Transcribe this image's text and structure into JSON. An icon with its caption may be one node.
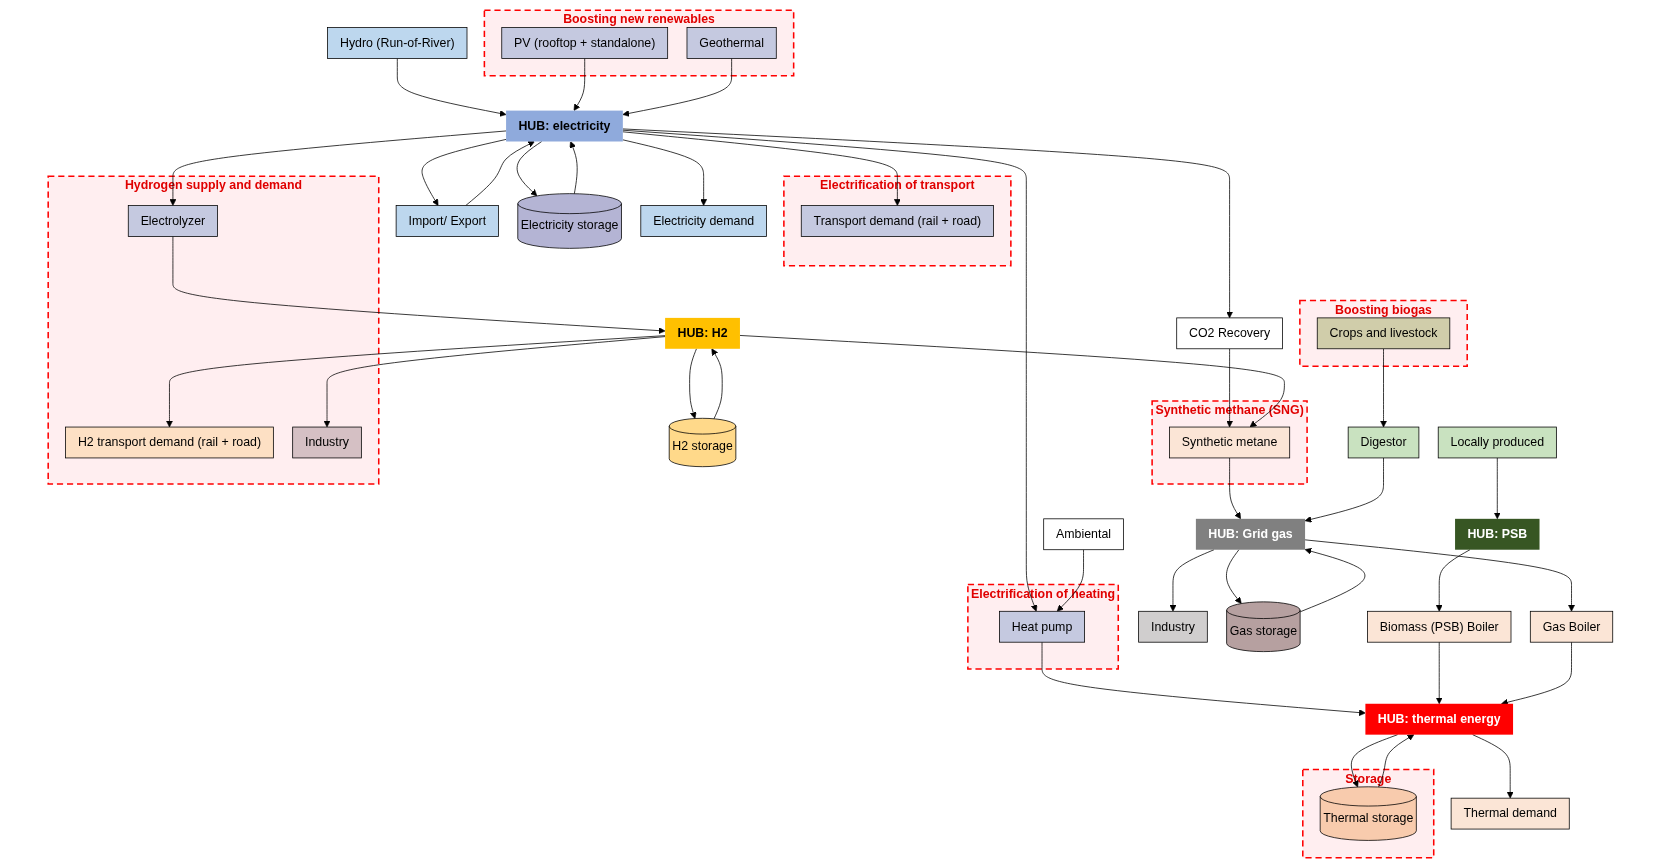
{
  "diagram": {
    "nodes": [
      {
        "text": [
          "Hydro (Run-of-River)"
        ]
      },
      {
        "text": [
          "Boosting new renewables"
        ]
      },
      {
        "text": [
          "PV (rooftop + standalone)"
        ],
        "in": 1
      },
      {
        "text": [
          "Geothermal"
        ],
        "in": 1
      },
      {
        "text": [
          "CO2 Recovery"
        ]
      },
      {
        "text": [
          "Import/ Export"
        ]
      },
      {
        "text": [
          "Electrification of transport"
        ]
      },
      {
        "text": [
          "Transport demand (rail + road)"
        ],
        "in": 6
      },
      {
        "text": [
          "Electricity storage"
        ]
      },
      {
        "text": [
          "HUB: electricity"
        ]
      },
      {
        "text": [
          "Electrification of heating"
        ]
      },
      {
        "text": [
          "Heat pump"
        ],
        "in": 10
      },
      {
        "text": [
          "Electricity demand"
        ]
      },
      {
        "text": [
          "Ambiental"
        ]
      },
      {
        "text": [
          "Synthetic methane (SNG)"
        ]
      },
      {
        "text": [
          "Synthetic metane"
        ],
        "in": 14
      },
      {
        "text": [
          "Hydrogen supply and demand"
        ]
      },
      {
        "text": [
          "Electrolyzer"
        ],
        "in": 16
      },
      {
        "text": [
          "H2 transport demand (rail + road)"
        ],
        "in": 16
      },
      {
        "text": [
          "Industry"
        ],
        "in": 16
      },
      {
        "text": [
          "Boosting biogas"
        ]
      },
      {
        "text": [
          "Crops and livestock"
        ],
        "in": 20
      },
      {
        "text": [
          "Digestor"
        ]
      },
      {
        "text": [
          "Biomass (PSB) Boiler"
        ]
      },
      {
        "text": [
          "Gas Boiler"
        ]
      },
      {
        "text": [
          "HUB: PSB"
        ]
      },
      {
        "text": [
          "HUB: Grid gas"
        ]
      },
      {
        "text": [
          "HUB: H2"
        ]
      },
      {
        "text": [
          "HUB: thermal energy"
        ]
      },
      {
        "text": [
          "Thermal demand"
        ]
      },
      {
        "text": [
          "Storage"
        ]
      },
      {
        "text": [
          "Thermal storage"
        ],
        "in": 30
      },
      {
        "text": [
          "Locally produced"
        ]
      },
      {
        "text": [
          "Industry"
        ]
      },
      {
        "text": [
          "Gas storage"
        ]
      },
      {
        "text": [
          "H2 storage"
        ]
      }
    ],
    "edges": [
      {
        "from": 0,
        "to": 9,
        "arrow": "to"
      },
      {
        "from": 2,
        "to": 9,
        "arrow": "to"
      },
      {
        "from": 3,
        "to": 9,
        "arrow": "to"
      },
      {
        "from": 9,
        "to": 12,
        "arrow": "to"
      },
      {
        "from": 9,
        "to": 11,
        "arrow": "to"
      },
      {
        "from": 13,
        "to": 11,
        "arrow": "to"
      },
      {
        "from": 9,
        "to": 4,
        "arrow": "to"
      },
      {
        "from": 4,
        "to": 15,
        "arrow": "to"
      },
      {
        "from": 5,
        "to": 9,
        "arrow": "to"
      },
      {
        "from": 9,
        "to": 5,
        "arrow": "to"
      },
      {
        "from": 9,
        "to": 7,
        "arrow": "to"
      },
      {
        "from": 8,
        "to": 9,
        "arrow": "to"
      },
      {
        "from": 9,
        "to": 8,
        "arrow": "to"
      },
      {
        "from": 9,
        "to": 17,
        "arrow": "to"
      },
      {
        "from": 15,
        "to": 26,
        "arrow": "to"
      },
      {
        "from": 27,
        "to": 15,
        "arrow": "to"
      },
      {
        "from": 17,
        "to": 27,
        "arrow": "to"
      },
      {
        "from": 11,
        "to": 28,
        "arrow": "to"
      },
      {
        "from": 25,
        "to": 23,
        "arrow": "to"
      },
      {
        "from": 23,
        "to": 28,
        "arrow": "to"
      },
      {
        "from": 21,
        "to": 22,
        "arrow": "to"
      },
      {
        "from": 22,
        "to": 26,
        "arrow": "to"
      },
      {
        "from": 26,
        "to": 24,
        "arrow": "to"
      },
      {
        "from": 24,
        "to": 28,
        "arrow": "to"
      },
      {
        "from": 28,
        "to": 29,
        "arrow": "to"
      },
      {
        "from": 28,
        "to": 31,
        "arrow": "to"
      },
      {
        "from": 31,
        "to": 28,
        "arrow": "to"
      },
      {
        "from": 32,
        "to": 25,
        "arrow": "to"
      },
      {
        "from": 26,
        "to": 33,
        "arrow": "to"
      },
      {
        "from": 34,
        "to": 26,
        "arrow": "to"
      },
      {
        "from": 26,
        "to": 34,
        "arrow": "to"
      },
      {
        "from": 35,
        "to": 27,
        "arrow": "to"
      },
      {
        "from": 27,
        "to": 35,
        "arrow": "to"
      },
      {
        "from": 27,
        "to": 18,
        "arrow": "to"
      },
      {
        "from": 27,
        "to": 19,
        "arrow": "to"
      }
    ]
  }
}
